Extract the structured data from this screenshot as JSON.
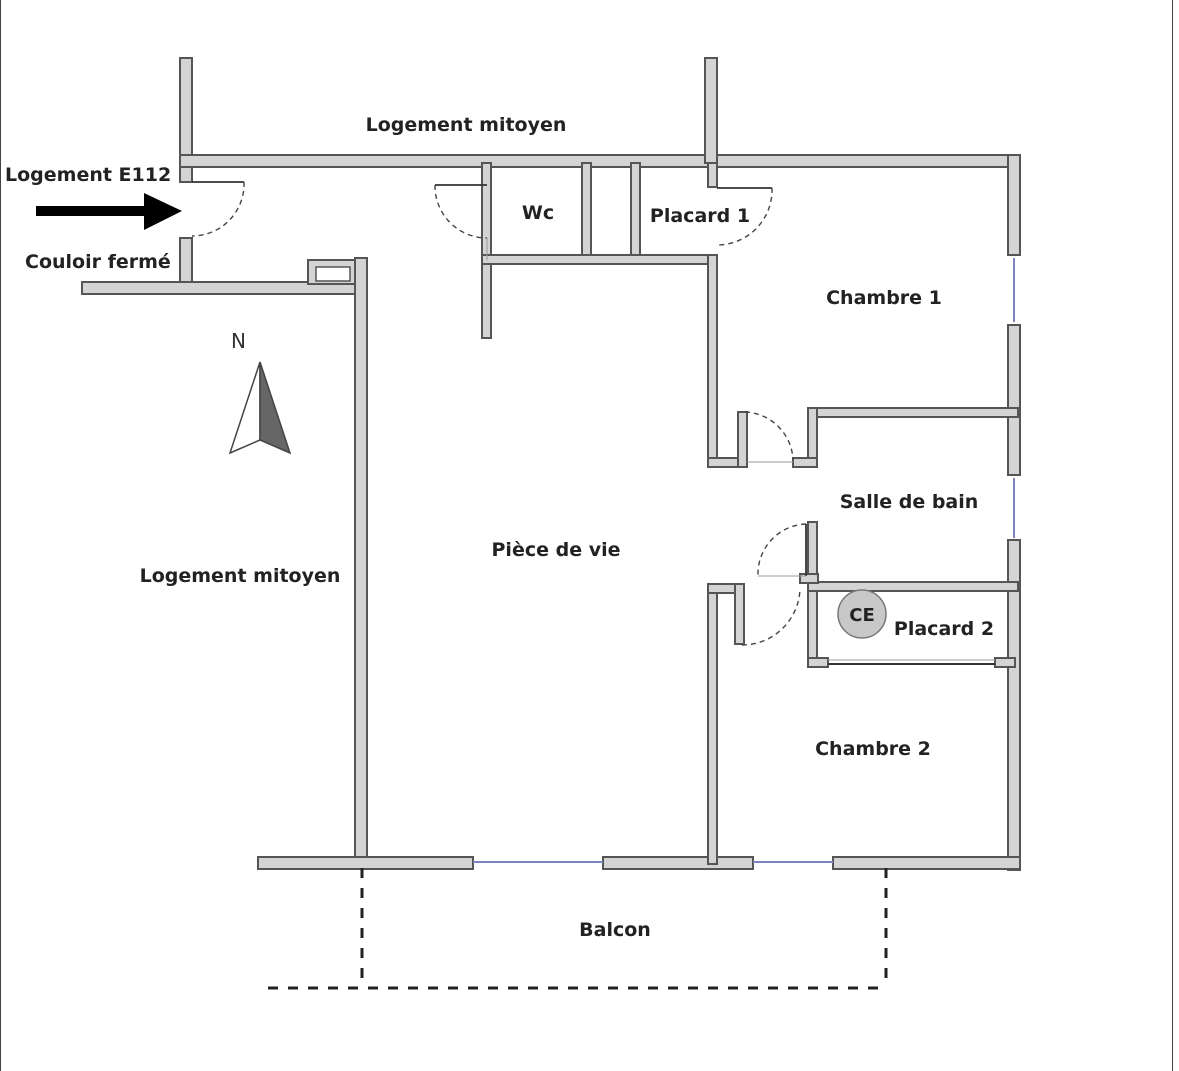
{
  "plan": {
    "labels": {
      "logement_e112": "Logement E112",
      "couloir_ferme": "Couloir fermé",
      "logement_mitoyen_top": "Logement mitoyen",
      "logement_mitoyen_left": "Logement mitoyen",
      "wc": "Wc",
      "placard_1": "Placard 1",
      "chambre_1": "Chambre 1",
      "salle_de_bain": "Salle de bain",
      "ce": "CE",
      "placard_2": "Placard 2",
      "chambre_2": "Chambre 2",
      "piece_de_vie": "Pièce de vie",
      "balcon": "Balcon",
      "compass_n": "N"
    },
    "colors": {
      "wall_fill": "#d4d4d4",
      "wall_stroke": "#555555",
      "window": "#7a86c4",
      "ce_fill": "#c8c8c8"
    }
  }
}
